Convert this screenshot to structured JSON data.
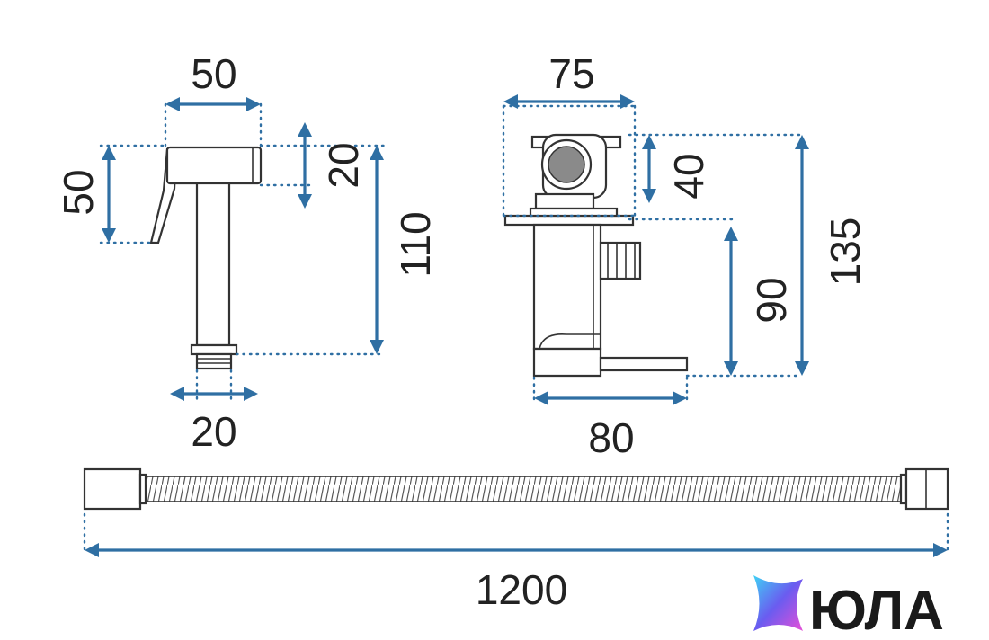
{
  "dimensions": {
    "handle_width": "50",
    "handle_height": "50",
    "head_height": "20",
    "handle_total_height": "110",
    "handle_thread_width": "20",
    "holder_width": "75",
    "holder_head_height": "40",
    "holder_total_height": "135",
    "holder_body_height": "90",
    "holder_base_width": "80",
    "hose_length": "1200"
  },
  "brand": {
    "logo_text": "ЮЛА",
    "colors": [
      "#3fd2f5",
      "#6a5cf0",
      "#e64fd8"
    ]
  },
  "colors": {
    "dimension_blue": "#2f6fa3",
    "outline": "#333333"
  }
}
